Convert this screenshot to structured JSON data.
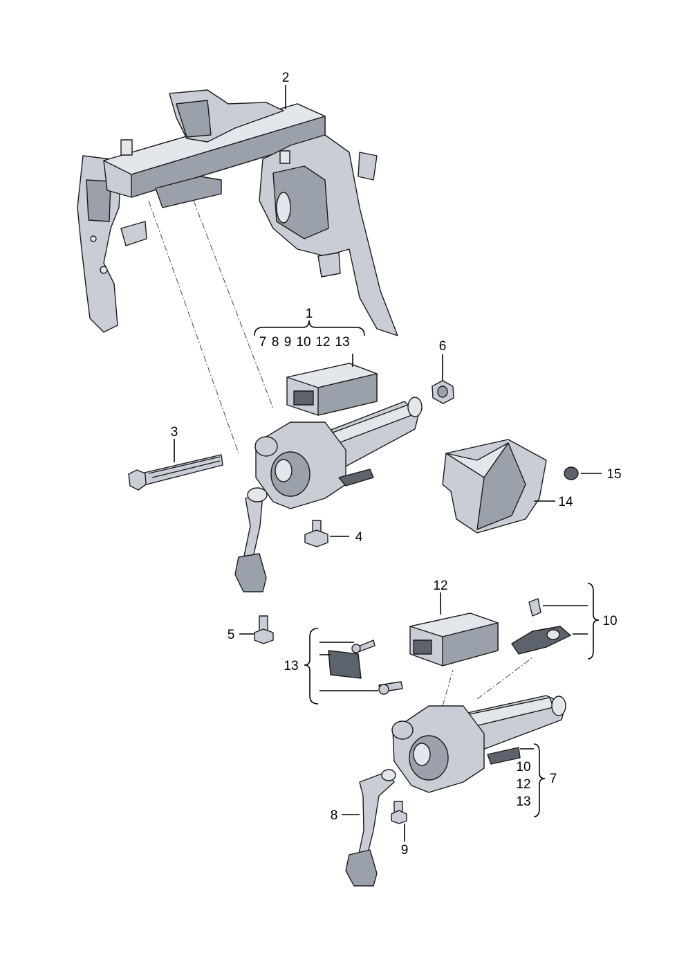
{
  "callouts": {
    "c1": "1",
    "c1_group": [
      "7",
      "8",
      "9",
      "10",
      "12",
      "13"
    ],
    "c2": "2",
    "c3": "3",
    "c4": "4",
    "c5": "5",
    "c6": "6",
    "c7": "7",
    "c7_group": [
      "10",
      "12",
      "13"
    ],
    "c8": "8",
    "c9": "9",
    "c10": "10",
    "c12": "12",
    "c13": "13",
    "c14": "14",
    "c15": "15"
  },
  "colors": {
    "metal": "#c9ced6",
    "metal_dark": "#9aa1ab",
    "metal_light": "#e3e6eb",
    "dark_part": "#5d636c"
  }
}
